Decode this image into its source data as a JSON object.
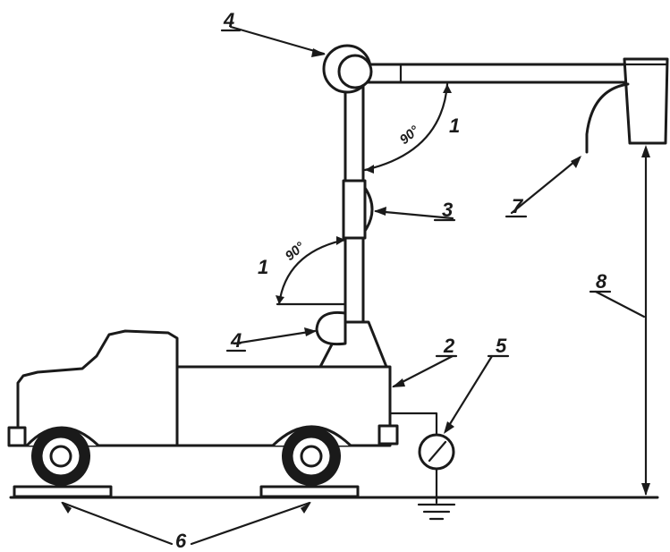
{
  "labels": {
    "boom_joint_top": "4",
    "boom_joint_bottom": "4",
    "angle_upper_marker": "1",
    "angle_lower_marker": "1",
    "angle_upper_value": "90°",
    "angle_lower_value": "90°",
    "insulating_section": "3",
    "vehicle_body": "2",
    "meter": "5",
    "insulating_pads": "6",
    "conductor": "7",
    "height": "8"
  }
}
